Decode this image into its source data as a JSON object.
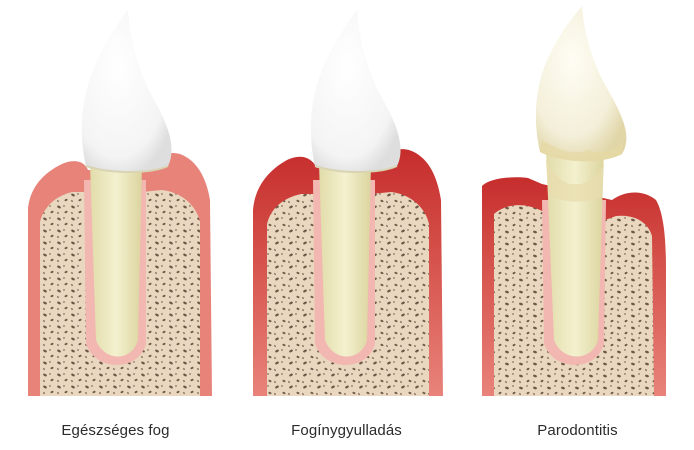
{
  "panels": [
    {
      "id": "healthy",
      "caption": "Egészséges fog"
    },
    {
      "id": "gingivitis",
      "caption": "Fogínygyulladás"
    },
    {
      "id": "periodontitis",
      "caption": "Parodontitis"
    }
  ],
  "colors": {
    "gum": "#e8837a",
    "gum_inflamed": "#c62d2d",
    "gum_edge": "#d85f58",
    "bone": "#e9d8bf",
    "bone_pores": "#6f5a4a",
    "ligament": "#f2b7b0",
    "root": "#efecc4",
    "crown": "#ffffff",
    "tartar": "#e8dcae"
  }
}
